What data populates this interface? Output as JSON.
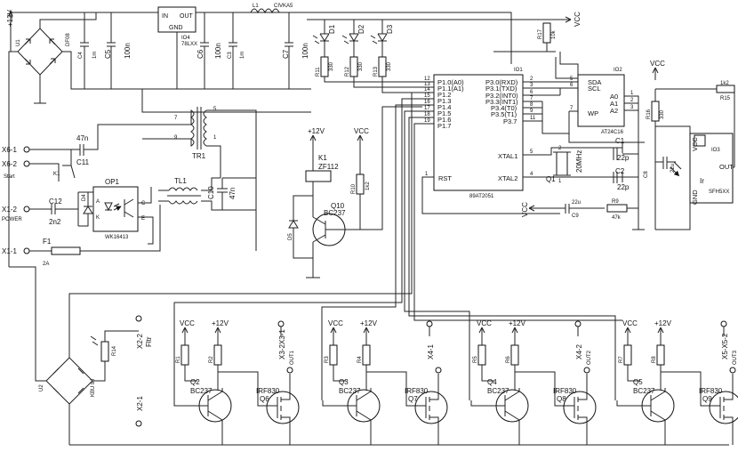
{
  "supply": {
    "plus12v_top": "+12V",
    "vcc": "VCC"
  },
  "bridges": {
    "u1": "U1",
    "u1_type": "DF08",
    "u2": "U2",
    "u2_type": "KBU 8J"
  },
  "regulator": {
    "name": "IO4",
    "type": "78LXX",
    "in": "IN",
    "out": "OUT",
    "gnd": "GND"
  },
  "inductor": {
    "name": "L1",
    "type": "CIVKA5"
  },
  "caps_top": {
    "c4": "C4",
    "c4v": "1m",
    "c5": "C5",
    "c5v": "100n",
    "c6": "C6",
    "c6v": "100n",
    "c3": "C3",
    "c3v": "1m",
    "c7": "C7",
    "c7v": "100n"
  },
  "leds": {
    "d1": "D1",
    "d2": "D2",
    "d3": "D3",
    "r11": "R11",
    "r12": "R12",
    "r13": "R13",
    "rv": "330",
    "r17": "R17",
    "r17v": "10k"
  },
  "mcu": {
    "name": "IO1",
    "type": "89AT2051",
    "left_pins": [
      {
        "num": "12",
        "name": "P1.0(A0)"
      },
      {
        "num": "13",
        "name": "P1.1(A1)"
      },
      {
        "num": "14",
        "name": "P1.2"
      },
      {
        "num": "15",
        "name": "P1.3"
      },
      {
        "num": "16",
        "name": "P1.4"
      },
      {
        "num": "17",
        "name": "P1.5"
      },
      {
        "num": "18",
        "name": "P1.6"
      },
      {
        "num": "19",
        "name": "P1.7"
      }
    ],
    "right_pins": [
      {
        "num": "2",
        "name": "P3.0(RXD)"
      },
      {
        "num": "3",
        "name": "P3.1(TXD)"
      },
      {
        "num": "6",
        "name": "P3.2(INT0)"
      },
      {
        "num": "7",
        "name": "P3.3(INT1)"
      },
      {
        "num": "8",
        "name": "P3.4(T0)"
      },
      {
        "num": "9",
        "name": "P3.5(T1)"
      },
      {
        "num": "11",
        "name": "P3.7"
      }
    ],
    "rst": "RST",
    "rst_num": "1",
    "xtal1": "XTAL1",
    "xtal1_num": "5",
    "xtal2": "XTAL2",
    "xtal2_num": "4"
  },
  "eeprom": {
    "name": "IO2",
    "type": "AT24C16",
    "sda": "SDA",
    "sda_num": "5",
    "scl": "SCL",
    "scl_num": "6",
    "wp": "WP",
    "wp_num": "7",
    "a0": "A0",
    "a1": "A1",
    "a2": "A2",
    "n1": "1",
    "n2": "2",
    "n3": "3"
  },
  "crystal": {
    "q1": "Q1",
    "freq": "20MHz",
    "c1": "C1",
    "c2": "C2",
    "cv": "22p",
    "p1": "1",
    "p2": "2"
  },
  "rst_net": {
    "c8": "C8",
    "c8v": "22u",
    "c9": "C9",
    "c9v": "22u",
    "r9": "R9",
    "r9v": "47k"
  },
  "ir": {
    "name": "IO3",
    "type": "SFH5XX",
    "vcc": "VCC",
    "gnd": "GND",
    "out": "OUT",
    "ir": "Ir",
    "r15": "R15",
    "r16": "R16",
    "r15v": "1k2",
    "r16v": "330"
  },
  "left_conn": {
    "x61": "X6-1",
    "x62": "X6-2",
    "start": "Start",
    "k1": "K1",
    "x12": "X1-2",
    "power": "POWER",
    "x11": "X1-1",
    "f1": "F1",
    "f1v": "2A",
    "c11": "C11",
    "c11v": "47n",
    "c12": "C12",
    "c12v": "2n2",
    "d4": "D4"
  },
  "opto": {
    "name": "OP1",
    "type": "WK16413",
    "a": "A",
    "k": "K",
    "c": "C",
    "e": "E"
  },
  "transformers": {
    "tr1": "TR1",
    "tl1": "TL1",
    "p7": "7",
    "p9": "9",
    "p5": "5",
    "p1": "1",
    "c10": "C10",
    "c10v": "47n"
  },
  "relay": {
    "k1": "K1",
    "k1_type": "ZF112",
    "v12": "+12V",
    "vcc": "VCC",
    "r10": "R10",
    "r10v": "1k2",
    "q10": "Q10",
    "q10_type": "BC237",
    "d5": "D5"
  },
  "outputs": {
    "vcc": "VCC",
    "v12": "+12V",
    "bc237": "BC237",
    "irf830": "IRF830",
    "x22": "X2-2",
    "fltr": "Fltr",
    "x21": "X2-1",
    "r14": "R14",
    "stages": [
      {
        "q": "Q2",
        "m": "Q6",
        "out": "OUT1",
        "x": "X3-2X3-1",
        "ra": "R1",
        "rb": "R2"
      },
      {
        "q": "Q3",
        "m": "Q7",
        "out": "",
        "x": "X4-1",
        "ra": "R3",
        "rb": "R4"
      },
      {
        "q": "Q4",
        "m": "Q8",
        "out": "OUT2",
        "x": "X4-2",
        "ra": "R5",
        "rb": "R6"
      },
      {
        "q": "Q5",
        "m": "Q9",
        "out": "OUT3",
        "x": "X5-X5-2",
        "ra": "R7",
        "rb": "R8"
      }
    ]
  }
}
